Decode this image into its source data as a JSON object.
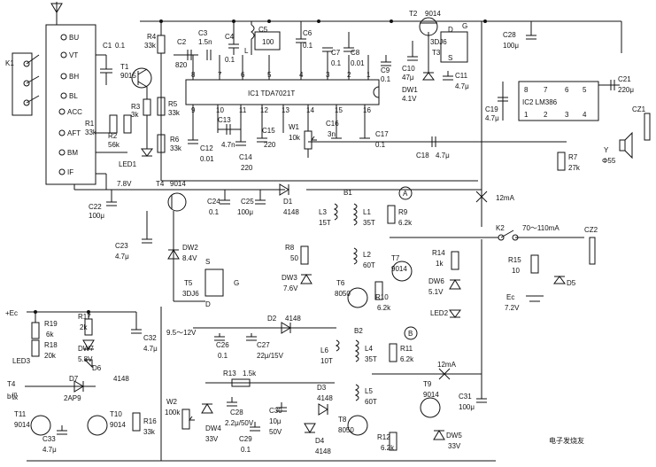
{
  "switch_panel": {
    "bands": [
      "BU",
      "VT",
      "BH",
      "BL"
    ],
    "k1": "K1",
    "acc": "ACC",
    "aft": "AFT",
    "bm": "BM",
    "if": "IF",
    "c1": [
      "C1",
      "0.1"
    ]
  },
  "rf_section": {
    "r4": [
      "R4",
      "33k"
    ],
    "t1": [
      "T1",
      "9015"
    ],
    "r3": [
      "R3",
      "3k"
    ],
    "r1": [
      "R1",
      "33k"
    ],
    "r2": [
      "R2",
      "56k"
    ],
    "led1": "LED1",
    "c2": [
      "C2",
      "820"
    ],
    "c3": [
      "C3",
      "1.5n"
    ],
    "c4": [
      "C4",
      "0.1"
    ],
    "l": "L",
    "c5": [
      "C5",
      "100"
    ],
    "c6": [
      "C6",
      "0.1"
    ],
    "c7": [
      "C7",
      "0.1"
    ],
    "c8": [
      "C8",
      "0.01"
    ],
    "c9": [
      "C9",
      "0.1"
    ],
    "r5": [
      "R5",
      "33k"
    ],
    "r6": [
      "R6",
      "33k"
    ],
    "c12": [
      "C12",
      "0.01"
    ],
    "c13": [
      "C13",
      "4.7n"
    ],
    "c14": [
      "C14",
      "220"
    ],
    "c15": [
      "C15",
      "220"
    ],
    "w1": [
      "W1",
      "10k"
    ],
    "c16": [
      "C16",
      "3n"
    ],
    "c17": [
      "C17",
      "0.1"
    ],
    "ic1": "IC1  TDA7021T",
    "ic1_top_pins": [
      "8",
      "7",
      "6",
      "5",
      "4",
      "3",
      "2",
      "1"
    ],
    "ic1_bottom_pins": [
      "9",
      "10",
      "11",
      "12",
      "13",
      "14",
      "15",
      "16"
    ]
  },
  "regulator": {
    "t2": "T2",
    "t2_type": "9014",
    "t3": "3DJ6",
    "t3_label": "T3",
    "g": "G",
    "d": "D",
    "s": "S",
    "c10": [
      "C10",
      "47μ"
    ],
    "dw1": [
      "DW1",
      "4.1V"
    ],
    "c11": [
      "C11",
      "4.7μ"
    ]
  },
  "audio": {
    "c28": [
      "C28",
      "100μ"
    ],
    "ic2": "IC2  LM386",
    "ic2_top_pins": [
      "8",
      "7",
      "6",
      "5"
    ],
    "ic2_bottom_pins": [
      "1",
      "2",
      "3",
      "4"
    ],
    "c19": [
      "C19",
      "4.7μ"
    ],
    "c21": [
      "C21",
      "220μ"
    ],
    "cz1": "CZ1",
    "r7": [
      "R7",
      "27k"
    ],
    "y": [
      "Y",
      "Φ55"
    ],
    "c18": [
      "C18",
      "4.7μ"
    ]
  },
  "supply_mid": {
    "v78": "7.8V",
    "t4": [
      "T4",
      "9014"
    ],
    "c22": [
      "C22",
      "100μ"
    ],
    "c23": [
      "C23",
      "4.7μ"
    ],
    "dw2": [
      "DW2",
      "8.4V"
    ],
    "c24": [
      "C24",
      "0.1"
    ],
    "c25": [
      "C25",
      "100μ"
    ],
    "d1": [
      "D1",
      "4148"
    ],
    "t5": [
      "T5",
      "3DJ6"
    ],
    "s": "S",
    "g": "G",
    "d": "D",
    "v_range": "9.5～12V",
    "c26": [
      "C26",
      "0.1"
    ],
    "c27": [
      "C27",
      "22μ/15V"
    ],
    "d2": [
      "D2",
      "4148"
    ]
  },
  "stage_a": {
    "marker": "A",
    "b1": "B1",
    "l3": [
      "L3",
      "15T"
    ],
    "l1": [
      "L1",
      "35T"
    ],
    "l2": [
      "L2",
      "60T"
    ],
    "r9": [
      "R9",
      "6.2k"
    ],
    "r8": [
      "R8",
      "50"
    ],
    "dw3": [
      "DW3",
      "7.6V"
    ],
    "t6": [
      "T6",
      "8050"
    ],
    "t7": [
      "T7",
      "9014"
    ],
    "r10": [
      "R10",
      "6.2k"
    ],
    "r14": [
      "R14",
      "1k"
    ],
    "dw6": [
      "DW6",
      "5.1V"
    ],
    "led2": "LED2",
    "current": "12mA"
  },
  "output_right": {
    "k2": "K2",
    "current_range": "70～110mA",
    "cz2": "CZ2",
    "r15": [
      "R15",
      "10"
    ],
    "ec": [
      "Ec",
      "7.2V"
    ],
    "d5": "D5"
  },
  "stage_b": {
    "marker": "B",
    "b2": "B2",
    "l6": [
      "L6",
      "10T"
    ],
    "l4": [
      "L4",
      "35T"
    ],
    "l5": [
      "L5",
      "60T"
    ],
    "r11": [
      "R11",
      "6.2k"
    ],
    "r13": [
      "R13",
      "1.5k"
    ],
    "d3": [
      "D3",
      "4148"
    ],
    "d4": [
      "D4",
      "4148"
    ],
    "t8": [
      "T8",
      "8050"
    ],
    "r12": [
      "R12",
      "6.2k"
    ],
    "t9": [
      "T9",
      "9014"
    ],
    "dw5": [
      "DW5",
      "33V"
    ],
    "c31": [
      "C31",
      "100μ"
    ],
    "current": "12mA"
  },
  "charger": {
    "ec": "+Ec",
    "r19": [
      "R19",
      "6k"
    ],
    "r17": [
      "R17",
      "2k"
    ],
    "r18": [
      "R18",
      "20k"
    ],
    "dw7": [
      "DW7",
      "5.8V"
    ],
    "c32": [
      "C32",
      "4.7μ"
    ],
    "led3": "LED3",
    "d6": [
      "D6",
      "4148"
    ],
    "t4_pin": "T4",
    "b_pole": "b极",
    "d7": [
      "D7",
      "2AP9"
    ],
    "t11": [
      "T11",
      "9014"
    ],
    "c33": [
      "C33",
      "4.7μ"
    ],
    "t10": [
      "T10",
      "9014"
    ],
    "r16": [
      "R16",
      "33k"
    ],
    "w2": [
      "W2",
      "100k"
    ],
    "dw4": [
      "DW4",
      "33V"
    ],
    "c28b": [
      "C28",
      "2.2μ/50V"
    ],
    "c29": [
      "C29",
      "0.1"
    ],
    "c30": [
      "C30",
      "10μ",
      "50V"
    ]
  },
  "watermark": "电子发烧友"
}
